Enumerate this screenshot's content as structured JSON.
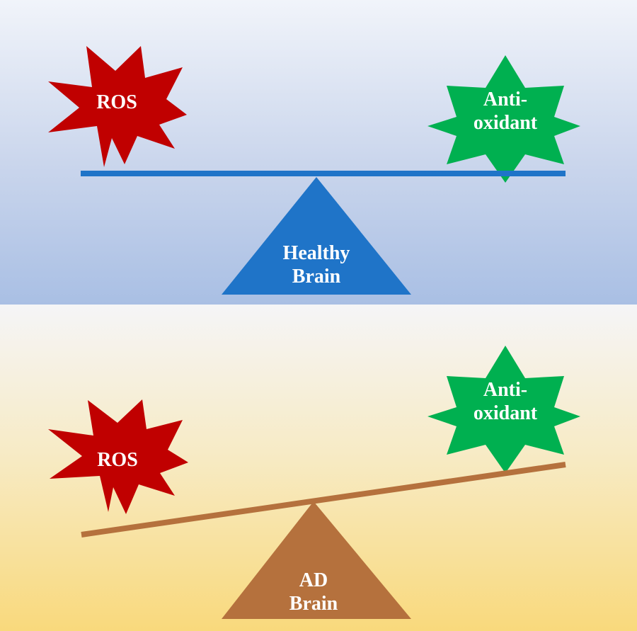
{
  "top_panel": {
    "ros_label": "ROS",
    "antioxidant_line1": "Anti-",
    "antioxidant_line2": "oxidant",
    "fulcrum_line1": "Healthy",
    "fulcrum_line2": "Brain",
    "colors": {
      "ros": "#c00000",
      "antioxidant": "#00b050",
      "beam": "#1f74c8",
      "fulcrum": "#1f74c8"
    }
  },
  "bottom_panel": {
    "ros_label": "ROS",
    "antioxidant_line1": "Anti-",
    "antioxidant_line2": "oxidant",
    "fulcrum_line1": "AD",
    "fulcrum_line2": "Brain",
    "colors": {
      "ros": "#c00000",
      "antioxidant": "#00b050",
      "beam": "#b5713d",
      "fulcrum": "#b5713d"
    }
  }
}
